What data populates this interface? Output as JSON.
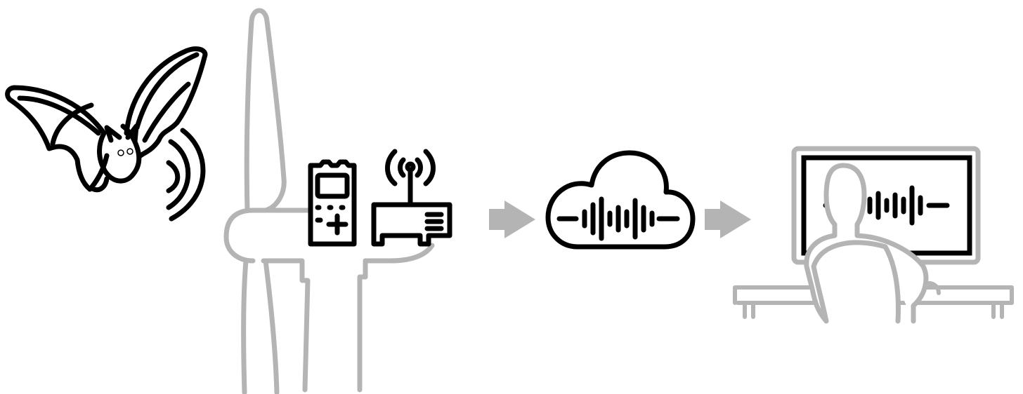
{
  "diagram": {
    "steps": [
      {
        "id": "bat",
        "icon": "bat-icon"
      },
      {
        "id": "echolocation",
        "icon": "sound-waves-icon"
      },
      {
        "id": "wind-turbine",
        "icon": "wind-turbine-icon"
      },
      {
        "id": "recorder",
        "icon": "audio-recorder-icon"
      },
      {
        "id": "router",
        "icon": "wireless-router-icon"
      },
      {
        "id": "cloud",
        "icon": "cloud-audio-icon"
      },
      {
        "id": "analyst",
        "icon": "person-at-monitor-icon"
      }
    ],
    "arrows": [
      {
        "from": "router",
        "to": "cloud",
        "icon": "arrow-right-icon"
      },
      {
        "from": "cloud",
        "to": "analyst",
        "icon": "arrow-right-icon"
      }
    ]
  },
  "colors": {
    "primary_stroke": "#000000",
    "secondary_stroke": "#b4b4b4",
    "arrow_fill": "#b4b4b4",
    "background": "#ffffff"
  }
}
